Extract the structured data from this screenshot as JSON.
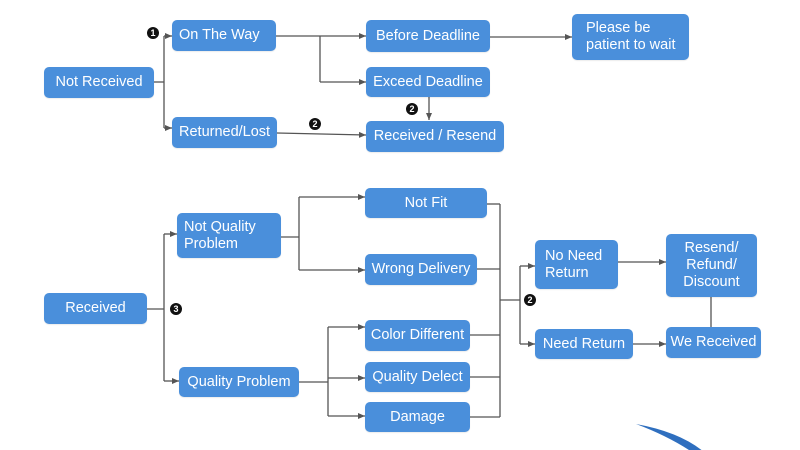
{
  "colors": {
    "node_fill": "#4a8fdb",
    "node_text": "#ffffff",
    "line": "#555555",
    "badge": "#111111",
    "swoosh": "#2f6fbf"
  },
  "top": {
    "not_received": "Not   Received",
    "on_the_way": "On The Way",
    "returned_lost": "Returned/Lost",
    "before_deadline": "Before Deadline",
    "exceed_deadline": "Exceed Deadline",
    "received_resend": "Received / Resend",
    "please_wait": "Please be\npatient to wait"
  },
  "bottom": {
    "received": "Received",
    "not_quality_problem": "Not   Quality\nProblem",
    "quality_problem": "Quality Problem",
    "not_fit": "Not Fit",
    "wrong_delivery": "Wrong Delivery",
    "color_different": "Color Different",
    "quality_delect": "Quality Delect",
    "damage": "Damage",
    "no_need_return": "No Need\nReturn",
    "need_return": "Need Return",
    "resend_refund_discount": "Resend/\nRefund/\nDiscount",
    "we_received": "We Received"
  },
  "badges": {
    "one": "1",
    "two": "2",
    "three": "3"
  }
}
